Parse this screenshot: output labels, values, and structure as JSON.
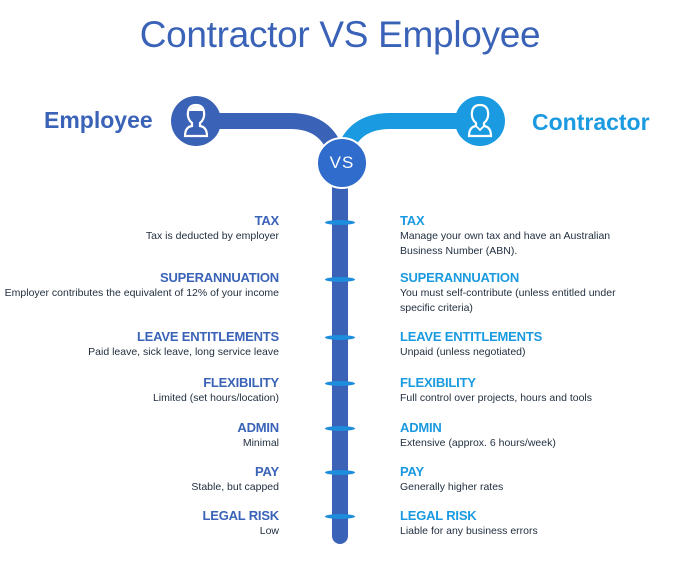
{
  "title": "Contractor VS Employee",
  "left_side": {
    "label": "Employee",
    "icon": "employee-avatar-icon",
    "color": "#3A63B8"
  },
  "right_side": {
    "label": "Contractor",
    "icon": "contractor-avatar-icon",
    "color": "#1A9AE0"
  },
  "vs_label": "VS",
  "rows": [
    {
      "heading": "TAX",
      "employee": "Tax is deducted by employer",
      "contractor": "Manage your own tax and have an Australian Business Number (ABN)."
    },
    {
      "heading": "SUPERANNUATION",
      "employee": "Employer contributes the equivalent of 12% of your income",
      "contractor": "You must self-contribute (unless entitled under specific criteria)"
    },
    {
      "heading": "LEAVE ENTITLEMENTS",
      "employee": "Paid leave, sick leave, long service leave",
      "contractor": "Unpaid (unless negotiated)"
    },
    {
      "heading": "FLEXIBILITY",
      "employee": "Limited (set hours/location)",
      "contractor": "Full control over projects, hours and tools"
    },
    {
      "heading": "ADMIN",
      "employee": "Minimal",
      "contractor": "Extensive (approx. 6 hours/week)"
    },
    {
      "heading": "PAY",
      "employee": "Stable, but capped",
      "contractor": "Generally higher rates"
    },
    {
      "heading": "LEGAL RISK",
      "employee": "Low",
      "contractor": "Liable for any business errors"
    }
  ]
}
